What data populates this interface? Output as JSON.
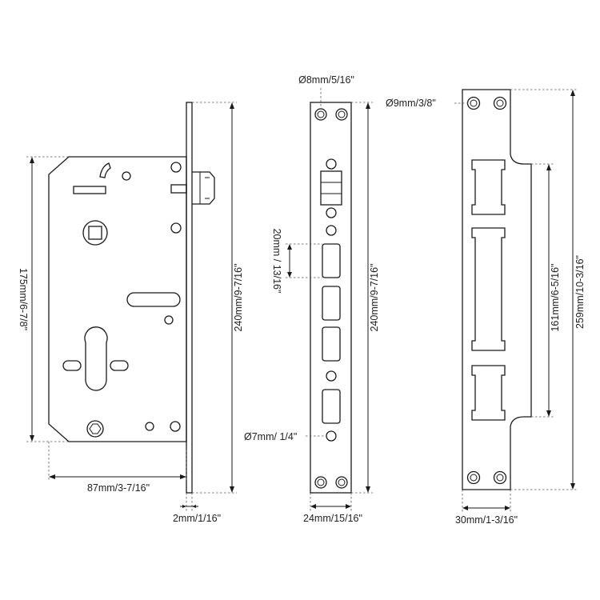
{
  "lock_body": {
    "width_label": "87mm/3-7/16\"",
    "height_label": "175mm/6-7/8\"",
    "faceplate_length_label": "240mm/9-7/16\"",
    "faceplate_thickness_label": "2mm/1/16\""
  },
  "faceplate": {
    "hole_top_label": "Ø8mm/5/16\"",
    "hole_bottom_label": "Ø7mm/ 1/4\"",
    "slot_label": "20mm / 13/16\"",
    "length_label": "240mm/9-7/16\"",
    "width_label": "24mm/15/16\""
  },
  "strike_plate": {
    "hole_label": "Ø9mm/3/8\"",
    "lip_length_label": "161mm/6-5/16\"",
    "length_label": "259mm/10-3/16\"",
    "width_label": "30mm/1-3/16\""
  }
}
